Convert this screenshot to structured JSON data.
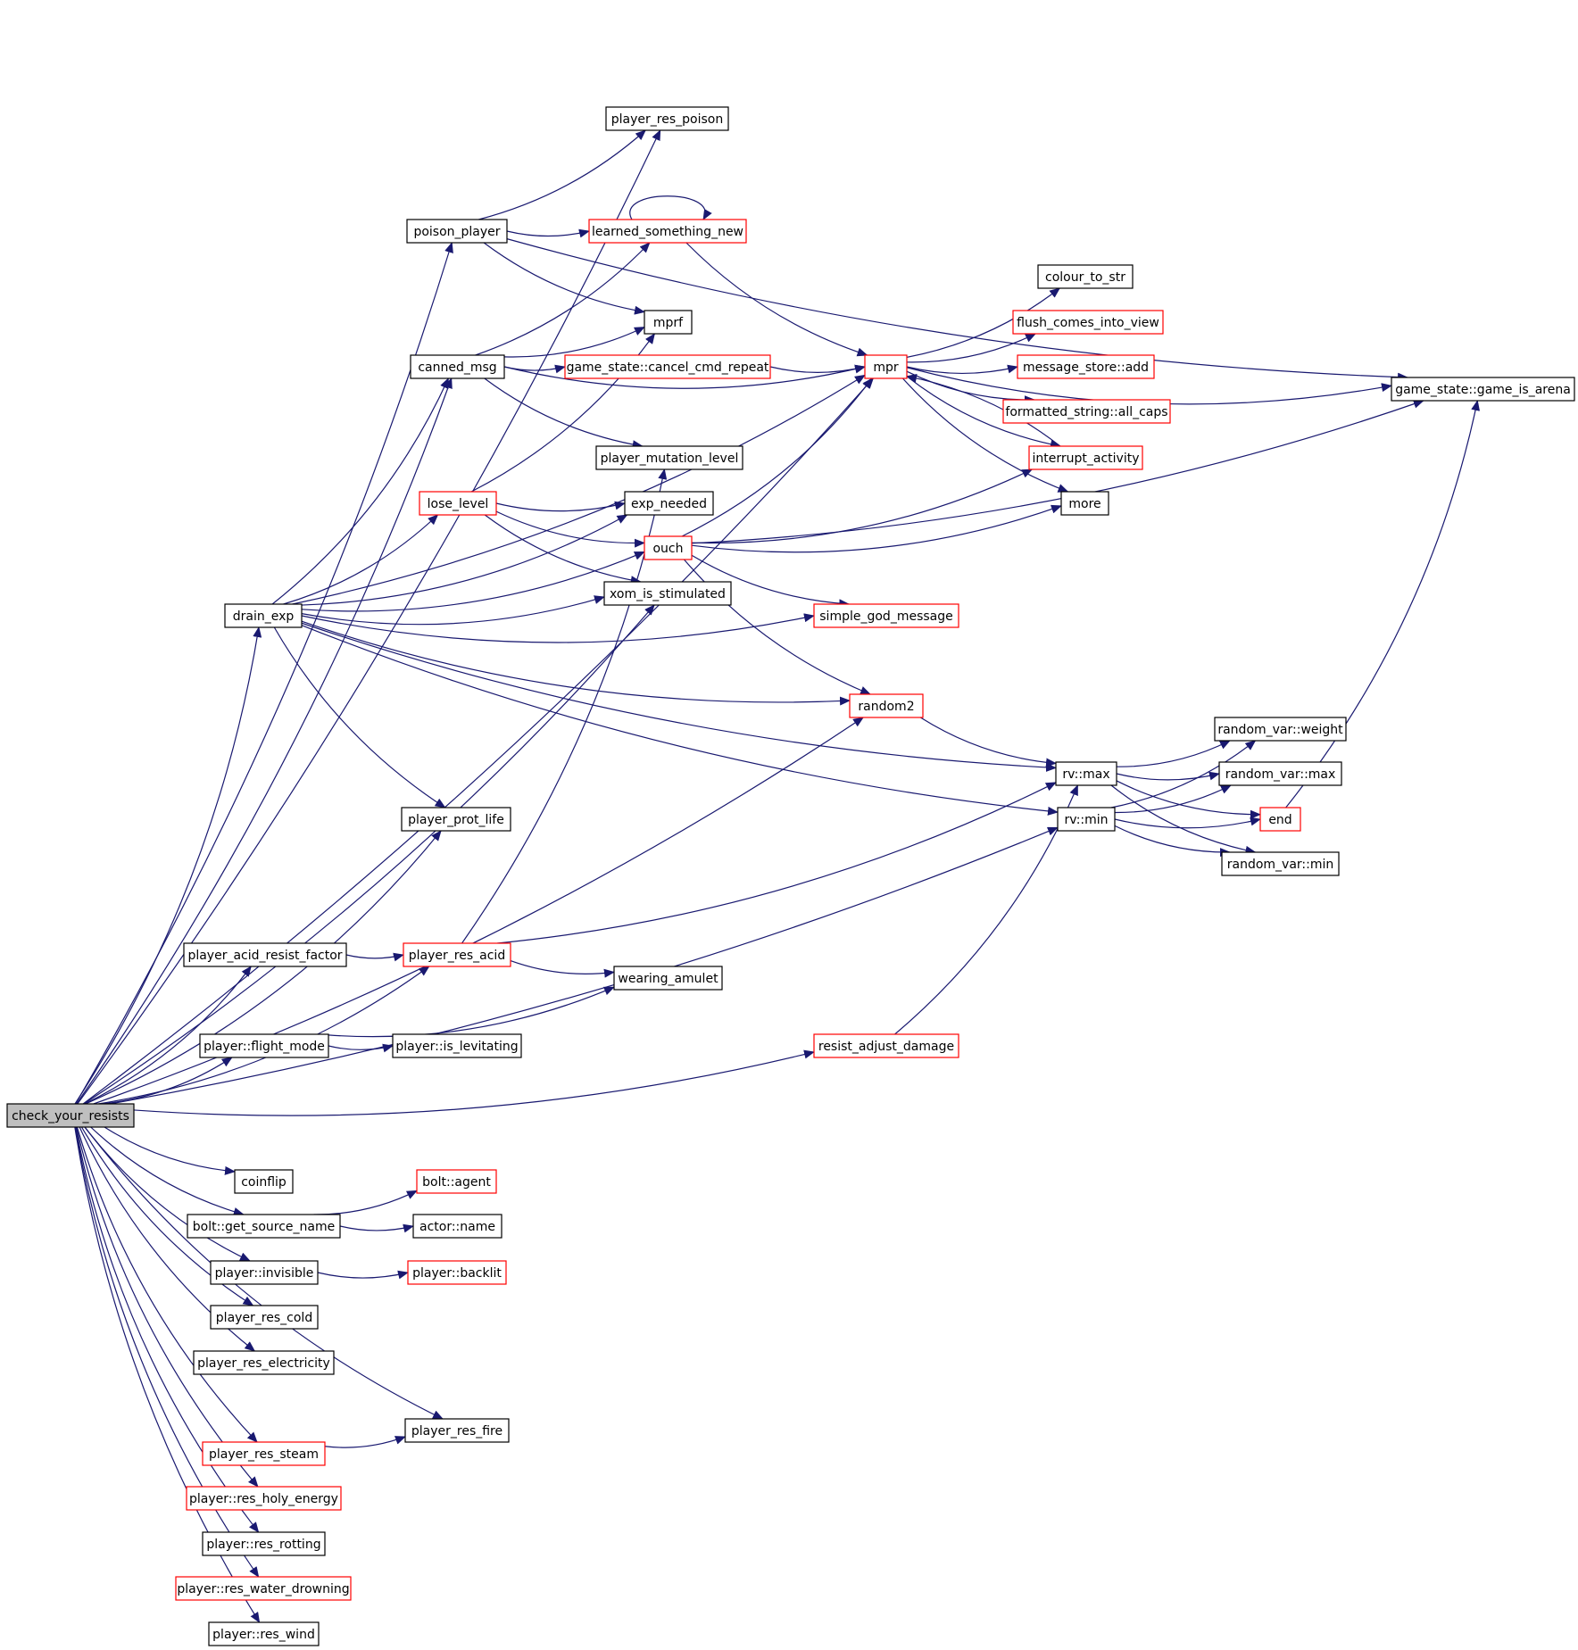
{
  "colors": {
    "edge": "#191970",
    "node_border": "#000000",
    "node_border_truncated": "#ff0000",
    "node_fill": "#ffffff",
    "root_fill": "#bfbfbf"
  },
  "nodes": [
    {
      "id": "check_your_resists",
      "label": "check_your_resists",
      "style": "root"
    },
    {
      "id": "player_res_poison",
      "label": "player_res_poison",
      "style": "normal"
    },
    {
      "id": "poison_player",
      "label": "poison_player",
      "style": "normal"
    },
    {
      "id": "learned_something_new",
      "label": "learned_something_new",
      "style": "truncated"
    },
    {
      "id": "colour_to_str",
      "label": "colour_to_str",
      "style": "normal"
    },
    {
      "id": "mprf",
      "label": "mprf",
      "style": "normal"
    },
    {
      "id": "flush_comes_into_view",
      "label": "flush_comes_into_view",
      "style": "truncated"
    },
    {
      "id": "canned_msg",
      "label": "canned_msg",
      "style": "normal"
    },
    {
      "id": "cancel_cmd_repeat",
      "label": "game_state::cancel_cmd_repeat",
      "style": "truncated"
    },
    {
      "id": "mpr",
      "label": "mpr",
      "style": "truncated"
    },
    {
      "id": "message_store_add",
      "label": "message_store::add",
      "style": "truncated"
    },
    {
      "id": "game_is_arena",
      "label": "game_state::game_is_arena",
      "style": "normal"
    },
    {
      "id": "all_caps",
      "label": "formatted_string::all_caps",
      "style": "truncated"
    },
    {
      "id": "player_mutation_level",
      "label": "player_mutation_level",
      "style": "normal"
    },
    {
      "id": "interrupt_activity",
      "label": "interrupt_activity",
      "style": "truncated"
    },
    {
      "id": "lose_level",
      "label": "lose_level",
      "style": "truncated"
    },
    {
      "id": "exp_needed",
      "label": "exp_needed",
      "style": "normal"
    },
    {
      "id": "more",
      "label": "more",
      "style": "normal"
    },
    {
      "id": "ouch",
      "label": "ouch",
      "style": "truncated"
    },
    {
      "id": "xom_is_stimulated",
      "label": "xom_is_stimulated",
      "style": "normal"
    },
    {
      "id": "drain_exp",
      "label": "drain_exp",
      "style": "normal"
    },
    {
      "id": "simple_god_message",
      "label": "simple_god_message",
      "style": "truncated"
    },
    {
      "id": "random2",
      "label": "random2",
      "style": "truncated"
    },
    {
      "id": "rv_weight",
      "label": "random_var::weight",
      "style": "normal"
    },
    {
      "id": "rv_max",
      "label": "rv::max",
      "style": "normal"
    },
    {
      "id": "random_var_max",
      "label": "random_var::max",
      "style": "normal"
    },
    {
      "id": "rv_min",
      "label": "rv::min",
      "style": "normal"
    },
    {
      "id": "end",
      "label": "end",
      "style": "truncated"
    },
    {
      "id": "player_prot_life",
      "label": "player_prot_life",
      "style": "normal"
    },
    {
      "id": "random_var_min",
      "label": "random_var::min",
      "style": "normal"
    },
    {
      "id": "player_acid_resist_factor",
      "label": "player_acid_resist_factor",
      "style": "normal"
    },
    {
      "id": "player_res_acid",
      "label": "player_res_acid",
      "style": "truncated"
    },
    {
      "id": "wearing_amulet",
      "label": "wearing_amulet",
      "style": "normal"
    },
    {
      "id": "flight_mode",
      "label": "player::flight_mode",
      "style": "normal"
    },
    {
      "id": "is_levitating",
      "label": "player::is_levitating",
      "style": "normal"
    },
    {
      "id": "resist_adjust_damage",
      "label": "resist_adjust_damage",
      "style": "truncated"
    },
    {
      "id": "coinflip",
      "label": "coinflip",
      "style": "normal"
    },
    {
      "id": "bolt_agent",
      "label": "bolt::agent",
      "style": "truncated"
    },
    {
      "id": "get_source_name",
      "label": "bolt::get_source_name",
      "style": "normal"
    },
    {
      "id": "actor_name",
      "label": "actor::name",
      "style": "normal"
    },
    {
      "id": "player_invisible",
      "label": "player::invisible",
      "style": "normal"
    },
    {
      "id": "player_backlit",
      "label": "player::backlit",
      "style": "truncated"
    },
    {
      "id": "player_res_cold",
      "label": "player_res_cold",
      "style": "normal"
    },
    {
      "id": "player_res_electricity",
      "label": "player_res_electricity",
      "style": "normal"
    },
    {
      "id": "player_res_fire",
      "label": "player_res_fire",
      "style": "normal"
    },
    {
      "id": "player_res_steam",
      "label": "player_res_steam",
      "style": "truncated"
    },
    {
      "id": "res_holy_energy",
      "label": "player::res_holy_energy",
      "style": "truncated"
    },
    {
      "id": "res_rotting",
      "label": "player::res_rotting",
      "style": "normal"
    },
    {
      "id": "res_water_drowning",
      "label": "player::res_water_drowning",
      "style": "truncated"
    },
    {
      "id": "res_wind",
      "label": "player::res_wind",
      "style": "normal"
    }
  ],
  "edges": [
    [
      "check_your_resists",
      "mpr"
    ],
    [
      "check_your_resists",
      "player_res_poison"
    ],
    [
      "check_your_resists",
      "poison_player"
    ],
    [
      "check_your_resists",
      "canned_msg"
    ],
    [
      "check_your_resists",
      "drain_exp"
    ],
    [
      "check_your_resists",
      "player_prot_life"
    ],
    [
      "check_your_resists",
      "xom_is_stimulated"
    ],
    [
      "check_your_resists",
      "random2"
    ],
    [
      "check_your_resists",
      "player_acid_resist_factor"
    ],
    [
      "check_your_resists",
      "player_res_acid"
    ],
    [
      "check_your_resists",
      "flight_mode"
    ],
    [
      "check_your_resists",
      "resist_adjust_damage"
    ],
    [
      "check_your_resists",
      "rv_min"
    ],
    [
      "check_your_resists",
      "coinflip"
    ],
    [
      "check_your_resists",
      "get_source_name"
    ],
    [
      "check_your_resists",
      "player_invisible"
    ],
    [
      "check_your_resists",
      "player_res_cold"
    ],
    [
      "check_your_resists",
      "player_res_electricity"
    ],
    [
      "check_your_resists",
      "player_res_fire"
    ],
    [
      "check_your_resists",
      "player_res_steam"
    ],
    [
      "check_your_resists",
      "res_holy_energy"
    ],
    [
      "check_your_resists",
      "res_rotting"
    ],
    [
      "check_your_resists",
      "res_water_drowning"
    ],
    [
      "check_your_resists",
      "res_wind"
    ],
    [
      "poison_player",
      "player_res_poison"
    ],
    [
      "poison_player",
      "learned_something_new"
    ],
    [
      "poison_player",
      "game_is_arena"
    ],
    [
      "poison_player",
      "mprf"
    ],
    [
      "learned_something_new",
      "learned_something_new"
    ],
    [
      "learned_something_new",
      "mpr"
    ],
    [
      "canned_msg",
      "learned_something_new"
    ],
    [
      "canned_msg",
      "mprf"
    ],
    [
      "canned_msg",
      "cancel_cmd_repeat"
    ],
    [
      "canned_msg",
      "mpr"
    ],
    [
      "canned_msg",
      "player_mutation_level"
    ],
    [
      "cancel_cmd_repeat",
      "mpr"
    ],
    [
      "mpr",
      "colour_to_str"
    ],
    [
      "mpr",
      "flush_comes_into_view"
    ],
    [
      "mpr",
      "message_store_add"
    ],
    [
      "mpr",
      "all_caps"
    ],
    [
      "mpr",
      "interrupt_activity"
    ],
    [
      "mpr",
      "more"
    ],
    [
      "mpr",
      "game_is_arena"
    ],
    [
      "interrupt_activity",
      "mpr"
    ],
    [
      "lose_level",
      "mprf"
    ],
    [
      "lose_level",
      "exp_needed"
    ],
    [
      "lose_level",
      "ouch"
    ],
    [
      "lose_level",
      "xom_is_stimulated"
    ],
    [
      "ouch",
      "mpr"
    ],
    [
      "ouch",
      "interrupt_activity"
    ],
    [
      "ouch",
      "more"
    ],
    [
      "ouch",
      "game_is_arena"
    ],
    [
      "ouch",
      "simple_god_message"
    ],
    [
      "ouch",
      "random2"
    ],
    [
      "drain_exp",
      "canned_msg"
    ],
    [
      "drain_exp",
      "mpr"
    ],
    [
      "drain_exp",
      "exp_needed"
    ],
    [
      "drain_exp",
      "lose_level"
    ],
    [
      "drain_exp",
      "ouch"
    ],
    [
      "drain_exp",
      "xom_is_stimulated"
    ],
    [
      "drain_exp",
      "simple_god_message"
    ],
    [
      "drain_exp",
      "random2"
    ],
    [
      "drain_exp",
      "rv_max"
    ],
    [
      "drain_exp",
      "rv_min"
    ],
    [
      "drain_exp",
      "player_prot_life"
    ],
    [
      "random2",
      "rv_max"
    ],
    [
      "rv_max",
      "rv_weight"
    ],
    [
      "rv_max",
      "random_var_max"
    ],
    [
      "rv_max",
      "end"
    ],
    [
      "rv_max",
      "random_var_min"
    ],
    [
      "rv_min",
      "rv_weight"
    ],
    [
      "rv_min",
      "random_var_max"
    ],
    [
      "rv_min",
      "end"
    ],
    [
      "rv_min",
      "random_var_min"
    ],
    [
      "end",
      "game_is_arena"
    ],
    [
      "player_acid_resist_factor",
      "player_res_acid"
    ],
    [
      "player_res_acid",
      "player_mutation_level"
    ],
    [
      "player_res_acid",
      "wearing_amulet"
    ],
    [
      "player_res_acid",
      "rv_max"
    ],
    [
      "flight_mode",
      "is_levitating"
    ],
    [
      "flight_mode",
      "wearing_amulet"
    ],
    [
      "resist_adjust_damage",
      "rv_max"
    ],
    [
      "get_source_name",
      "bolt_agent"
    ],
    [
      "get_source_name",
      "actor_name"
    ],
    [
      "player_invisible",
      "player_backlit"
    ],
    [
      "player_res_steam",
      "player_res_fire"
    ]
  ]
}
